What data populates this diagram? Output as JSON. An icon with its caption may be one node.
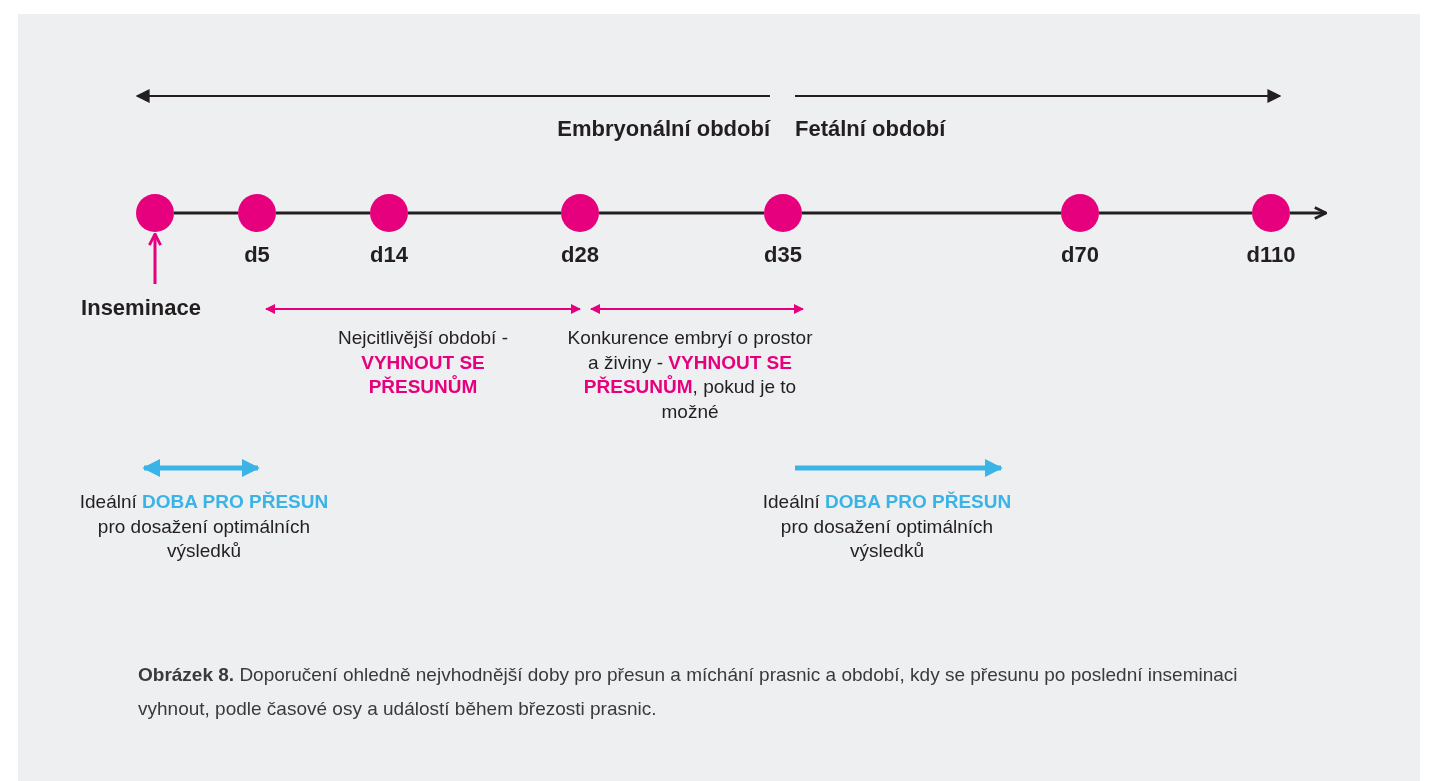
{
  "diagram": {
    "caption": "**Obrázek 8.** Doporučení ohledně nejvhodnější doby pro přesun a míchání prasnic a období, kdy se přesunu po poslední inseminaci vyhnout, podle časové osy a událostí během březosti prasnic.",
    "nodes": [
      {
        "text": [],
        "shape": "circle"
      },
      {
        "text": [],
        "shape": "circle",
        "beside": [
          "d5"
        ]
      },
      {
        "text": [],
        "shape": "circle",
        "beside": [
          "d14"
        ]
      },
      {
        "text": [],
        "shape": "circle",
        "beside": [
          "d28"
        ]
      },
      {
        "text": [],
        "shape": "circle",
        "beside": [
          "d35"
        ]
      },
      {
        "text": [],
        "shape": "circle",
        "beside": [
          "d70"
        ]
      },
      {
        "text": [],
        "shape": "circle",
        "beside": [
          "d110"
        ]
      },
      {
        "text": [
          "Inseminace"
        ]
      }
    ],
    "edges": [
      {
        "from": 0,
        "to": 1,
        "arrow": "none"
      },
      {
        "from": 1,
        "to": 2,
        "arrow": "none"
      },
      {
        "from": 2,
        "to": 3,
        "arrow": "none"
      },
      {
        "from": 3,
        "to": 4,
        "arrow": "none"
      },
      {
        "from": 4,
        "to": 5,
        "arrow": "none"
      },
      {
        "from": 5,
        "to": 6,
        "arrow": "none"
      },
      {
        "from": 6,
        "to": null,
        "arrow": "to"
      },
      {
        "from": 7,
        "to": 0,
        "arrow": "to",
        "color": "#e6007e"
      }
    ],
    "labels": [
      "Embryonální období",
      "Fetální období",
      "Nejcitlivější období - **VYHNOUT SE PŘESUNŮM**",
      "Konkurence embryí o prostor a živiny - **VYHNOUT SE PŘESUNŮM**, pokud je to možné",
      "Ideální **DOBA PRO PŘESUN** pro dosažení optimálních výsledků",
      "Ideální **DOBA PRO PŘESUN** pro dosažení optimálních výsledků"
    ]
  }
}
